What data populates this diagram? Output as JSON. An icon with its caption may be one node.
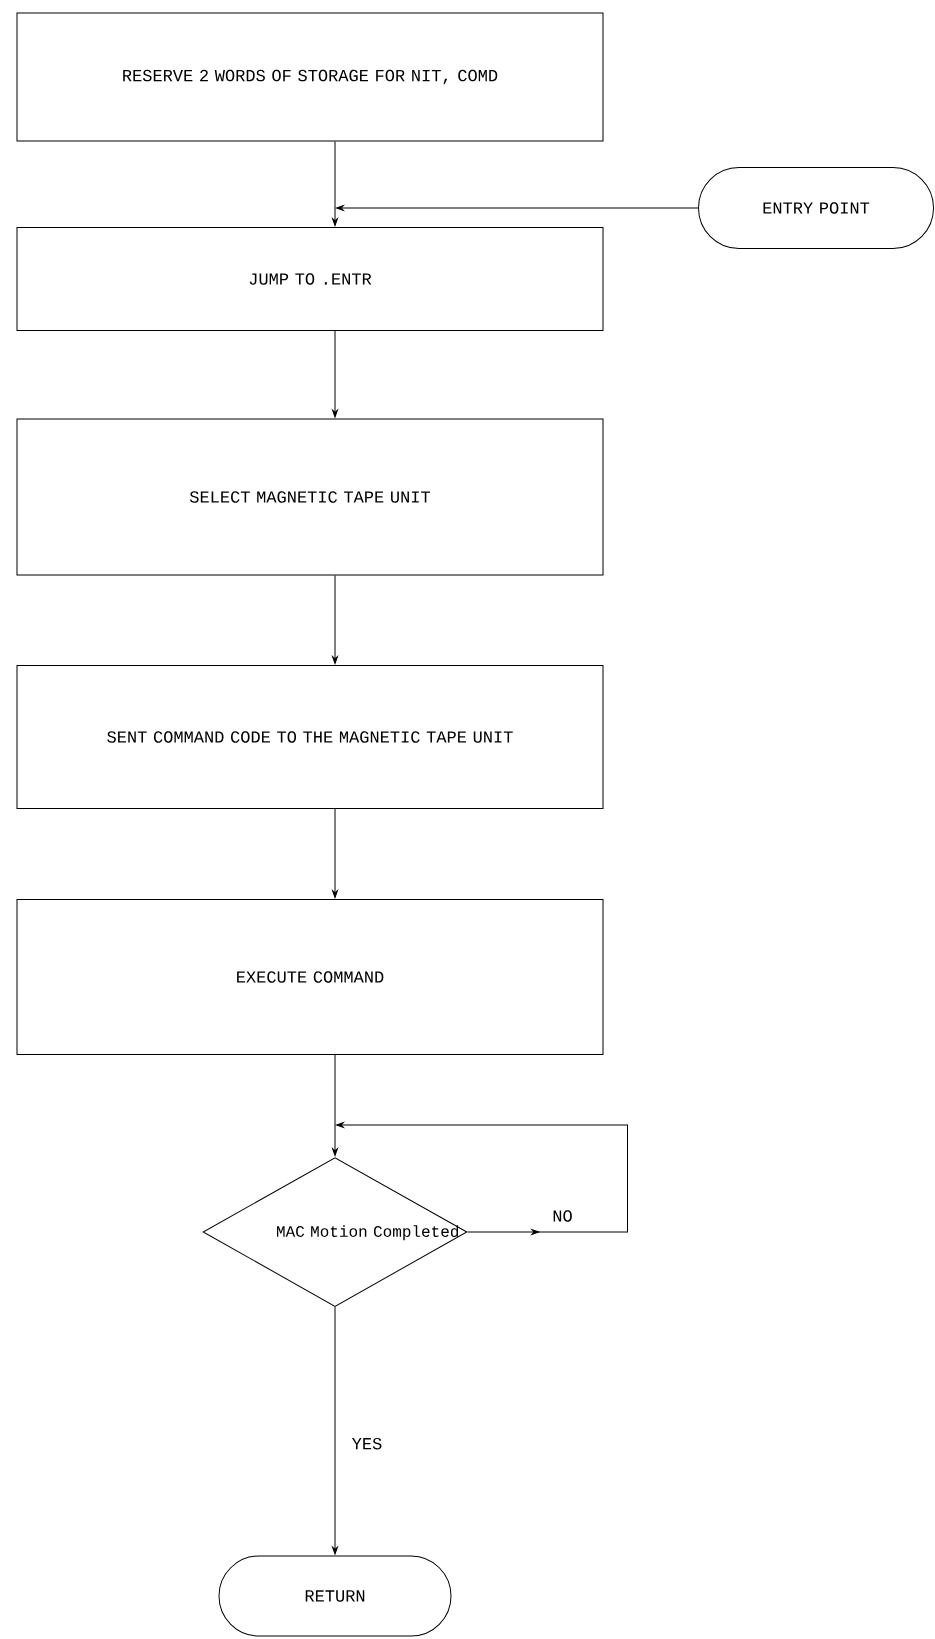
{
  "diagram": {
    "nodes": [
      {
        "text": [
          "RESERVE 2 WORDS OF STORAGE FOR NIT, COMD"
        ]
      },
      {
        "text": [
          "ENTRY POINT"
        ]
      },
      {
        "text": [
          "JUMP TO .ENTR"
        ]
      },
      {
        "text": [
          "SELECT MAGNETIC TAPE UNIT"
        ]
      },
      {
        "text": [
          "SENT COMMAND CODE TO THE MAGNETIC TAPE UNIT"
        ]
      },
      {
        "text": [
          "EXECUTE COMMAND"
        ]
      },
      {
        "text": [
          "MAC Motion Completed"
        ]
      },
      {
        "text": [
          "RETURN"
        ]
      }
    ],
    "edges": [
      {
        "from": 0,
        "to": 2,
        "arrow": "to"
      },
      {
        "from": 1,
        "to": 2,
        "arrow": "to"
      },
      {
        "from": 2,
        "to": 3,
        "arrow": "to"
      },
      {
        "from": 3,
        "to": 4,
        "arrow": "to"
      },
      {
        "from": 4,
        "to": 5,
        "arrow": "to"
      },
      {
        "from": 5,
        "to": 6,
        "arrow": "to"
      },
      {
        "from": 6,
        "to": 6,
        "arrow": "to",
        "label": "NO"
      },
      {
        "from": 6,
        "to": 7,
        "arrow": "to",
        "label": "YES"
      }
    ]
  }
}
